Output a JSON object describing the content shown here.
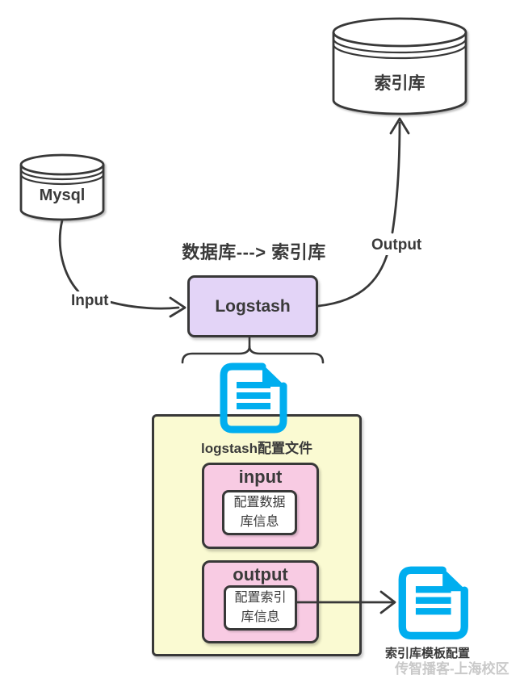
{
  "diagram": {
    "flow_title": "数据库---> 索引库",
    "nodes": {
      "mysql": {
        "label": "Mysql",
        "shape": "database-cylinder"
      },
      "index_db": {
        "label": "索引库",
        "shape": "database-cylinder"
      },
      "logstash": {
        "label": "Logstash",
        "shape": "rounded-rect"
      }
    },
    "edges": {
      "input": {
        "label": "Input",
        "from": "Mysql",
        "to": "Logstash"
      },
      "output": {
        "label": "Output",
        "from": "Logstash",
        "to": "索引库"
      },
      "template": {
        "label": "",
        "from": "配置索引库信息",
        "to": "索引库模板配置"
      }
    },
    "config_box": {
      "title": "logstash配置文件",
      "input_block": {
        "title": "input",
        "note": "配置数据\n库信息"
      },
      "output_block": {
        "title": "output",
        "note": "配置索引\n库信息"
      }
    },
    "template_caption": "索引库模板配置",
    "watermark": "传智播客-上海校区",
    "icons": {
      "config_file_icon": "document-icon",
      "template_file_icon": "document-icon"
    },
    "colors": {
      "outline": "#383838",
      "text": "#3a3a3a",
      "accent_cyan": "#00aeef",
      "logstash_fill": "#e3d4f7",
      "config_fill": "#fafad2",
      "block_fill": "#f8cbe3",
      "note_fill": "#ffffff",
      "watermark_gray": "#c9c9c9"
    }
  }
}
